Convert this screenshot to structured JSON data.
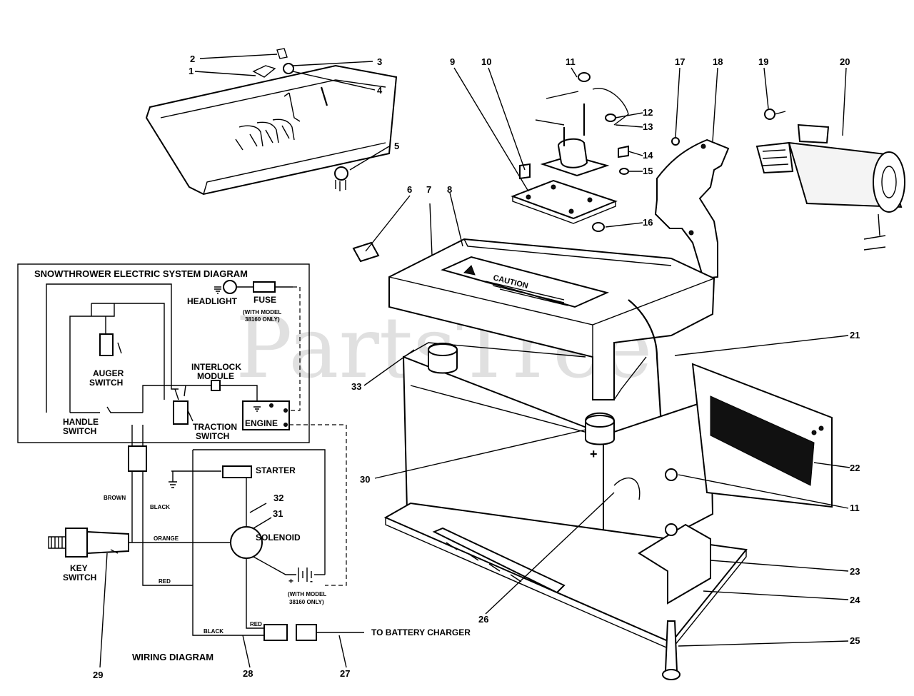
{
  "watermark": "PartsTree",
  "system_diagram": {
    "title": "SNOWTHROWER ELECTRIC SYSTEM DIAGRAM",
    "headlight": "HEADLIGHT",
    "fuse": "FUSE",
    "fuse_note_1": "(WITH MODEL",
    "fuse_note_2": "38160 ONLY)",
    "auger_1": "AUGER",
    "auger_2": "SWITCH",
    "interlock_1": "INTERLOCK",
    "interlock_2": "MODULE",
    "handle_1": "HANDLE",
    "handle_2": "SWITCH",
    "traction_1": "TRACTION",
    "traction_2": "SWITCH",
    "engine": "ENGINE"
  },
  "wiring_diagram": {
    "title": "WIRING DIAGRAM",
    "starter": "STARTER",
    "solenoid": "SOLENOID",
    "key_1": "KEY",
    "key_2": "SWITCH",
    "battery_charger": "TO BATTERY CHARGER",
    "model_note_1": "(WITH MODEL",
    "model_note_2": "38160 ONLY)",
    "wire_brown": "BROWN",
    "wire_black_1": "BLACK",
    "wire_orange": "ORANGE",
    "wire_red_1": "RED",
    "wire_black_2": "BLACK",
    "wire_red_2": "RED",
    "battery_plus": "+",
    "battery_minus": "-"
  },
  "battery": {
    "caution": "CAUTION",
    "plus": "+"
  },
  "callouts": [
    "1",
    "2",
    "3",
    "4",
    "5",
    "6",
    "7",
    "8",
    "9",
    "10",
    "11",
    "12",
    "13",
    "14",
    "15",
    "16",
    "17",
    "18",
    "19",
    "20",
    "21",
    "22",
    "23",
    "24",
    "25",
    "26",
    "27",
    "28",
    "29",
    "30",
    "31",
    "32",
    "33",
    "11"
  ]
}
